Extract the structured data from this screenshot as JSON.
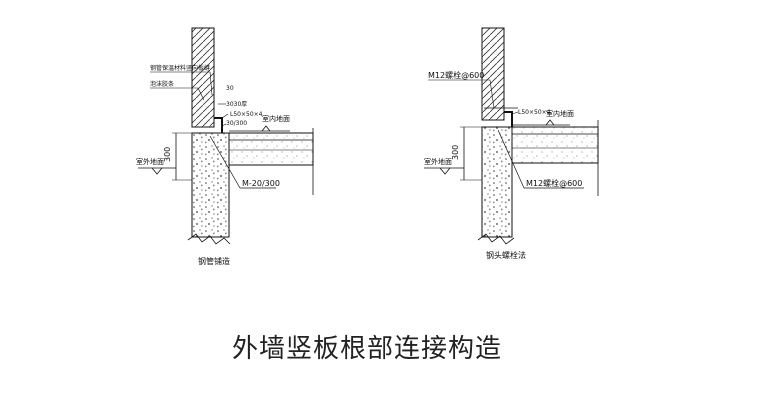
{
  "title": "外墙竖板根部连接构造",
  "left_detail": {
    "caption": "钢管铺造",
    "callout_top": "钢管保温材料竖向板缝",
    "callout_2": "泡沫胶条",
    "callout_3": "30",
    "callout_4": "3030厚",
    "callout_5": "L50×50×4",
    "callout_6": "30/300",
    "indoor_label": "室内地面",
    "outdoor_label": "室外地面",
    "dim_height": "300",
    "anchor_label": "M-20/300"
  },
  "right_detail": {
    "caption": "钢头螺栓法",
    "bolt_top": "M12螺栓@600",
    "bolt_bottom": "M12螺栓@600",
    "angle_label": "L50×50×4",
    "indoor_label": "室内地面",
    "outdoor_label": "室外地面",
    "dim_height": "300"
  }
}
